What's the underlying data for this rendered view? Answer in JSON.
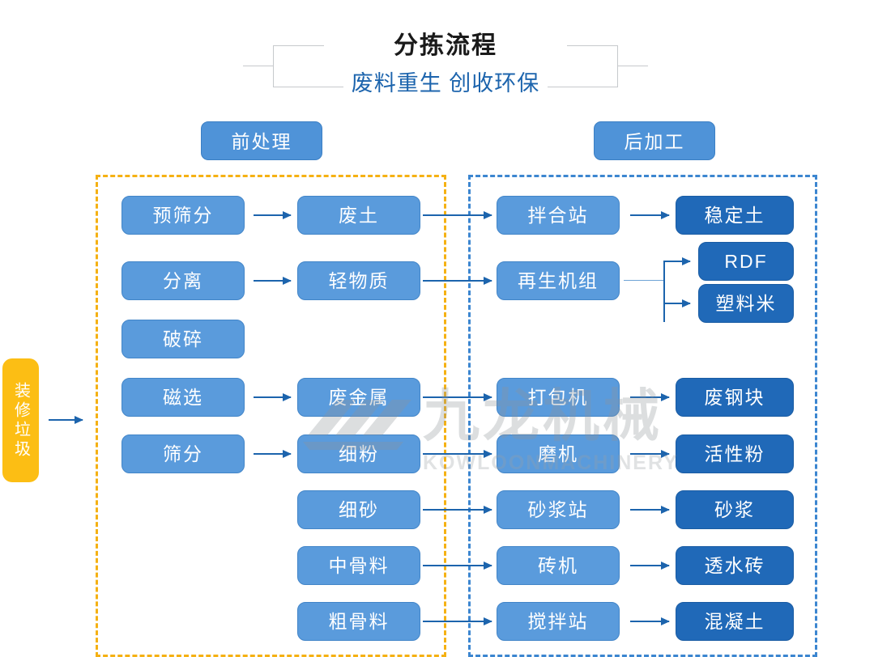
{
  "header": {
    "title": "分拣流程",
    "subtitle": "废料重生 创收环保"
  },
  "sections": {
    "pre_label": "前处理",
    "post_label": "后加工"
  },
  "input": {
    "label": "装修垃圾"
  },
  "colors": {
    "node_light": "#5a9bdc",
    "node_dark": "#2069b8",
    "input_yellow": "#fcbe14",
    "zone_pre_dash": "#f5b113",
    "zone_post_dash": "#3c86d0",
    "arrow": "#1c64ad",
    "subtitle_blue": "#1c64ad"
  },
  "pre_process": {
    "operations": [
      {
        "label": "预筛分"
      },
      {
        "label": "分离"
      },
      {
        "label": "破碎"
      },
      {
        "label": "磁选"
      },
      {
        "label": "筛分"
      }
    ],
    "materials": [
      {
        "label": "废土"
      },
      {
        "label": "轻物质"
      },
      {
        "label": "废金属"
      },
      {
        "label": "细粉"
      },
      {
        "label": "细砂"
      },
      {
        "label": "中骨料"
      },
      {
        "label": "粗骨料"
      }
    ]
  },
  "post_process": {
    "machines": [
      {
        "label": "拌合站"
      },
      {
        "label": "再生机组"
      },
      {
        "label": "打包机"
      },
      {
        "label": "磨机"
      },
      {
        "label": "砂浆站"
      },
      {
        "label": "砖机"
      },
      {
        "label": "搅拌站"
      }
    ],
    "products": [
      {
        "label": "稳定土"
      },
      {
        "label": "RDF"
      },
      {
        "label": "塑料米"
      },
      {
        "label": "废钢块"
      },
      {
        "label": "活性粉"
      },
      {
        "label": "砂浆"
      },
      {
        "label": "透水砖"
      },
      {
        "label": "混凝土"
      }
    ]
  },
  "watermark": {
    "text": "九龙机械",
    "subtext": "KOWLOONMACHINERY"
  }
}
